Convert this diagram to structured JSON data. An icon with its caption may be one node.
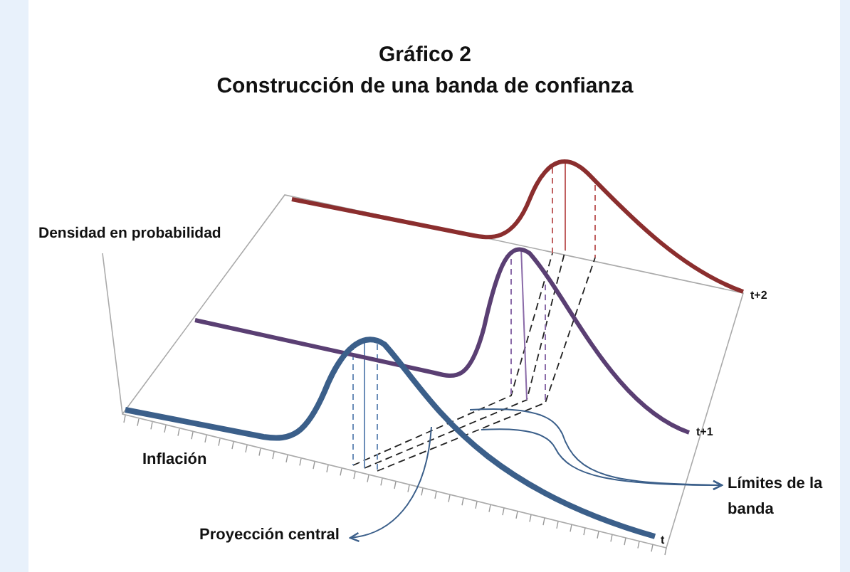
{
  "diagram": {
    "title": "Gráfico 2",
    "nodes": [
      {
        "text": [
          "Proyección central"
        ]
      },
      {
        "text": [
          "Límites de la banda"
        ]
      }
    ],
    "edges": [
      {
        "from": null,
        "to": 0,
        "arrow": "to"
      },
      {
        "from": null,
        "to": 1,
        "arrow": "to"
      },
      {
        "from": null,
        "to": 1,
        "arrow": "to"
      }
    ],
    "labels": [
      "Construcción de una banda de confianza",
      "Densidad en probabilidad",
      "Inflación",
      "t+2",
      "t+1",
      "t"
    ]
  }
}
